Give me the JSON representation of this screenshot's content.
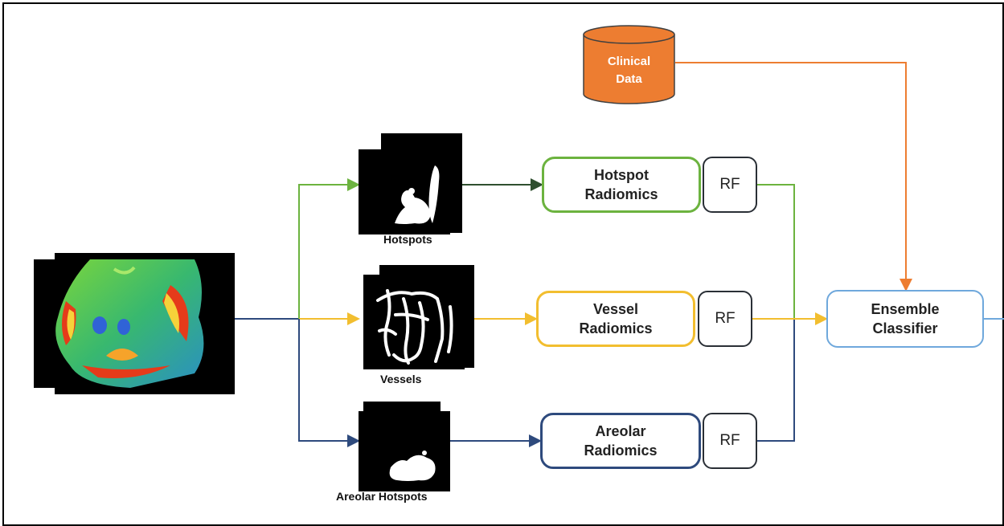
{
  "colors": {
    "green": "#6cb33f",
    "yellow": "#f2be2f",
    "navy": "#2e4a7d",
    "blue": "#6fa8dc",
    "orange": "#ed7d31",
    "dark": "#2a2f36"
  },
  "clinical": {
    "label": "Clinical\nData"
  },
  "captions": {
    "hotspots": "Hotspots",
    "vessels": "Vessels",
    "areolar": "Areolar Hotspots"
  },
  "boxes": {
    "hotspot": "Hotspot\nRadiomics",
    "vessel": "Vessel\nRadiomics",
    "areolar": "Areolar\nRadiomics",
    "ensemble": "Ensemble\nClassifier"
  },
  "rf": {
    "label": "RF"
  }
}
